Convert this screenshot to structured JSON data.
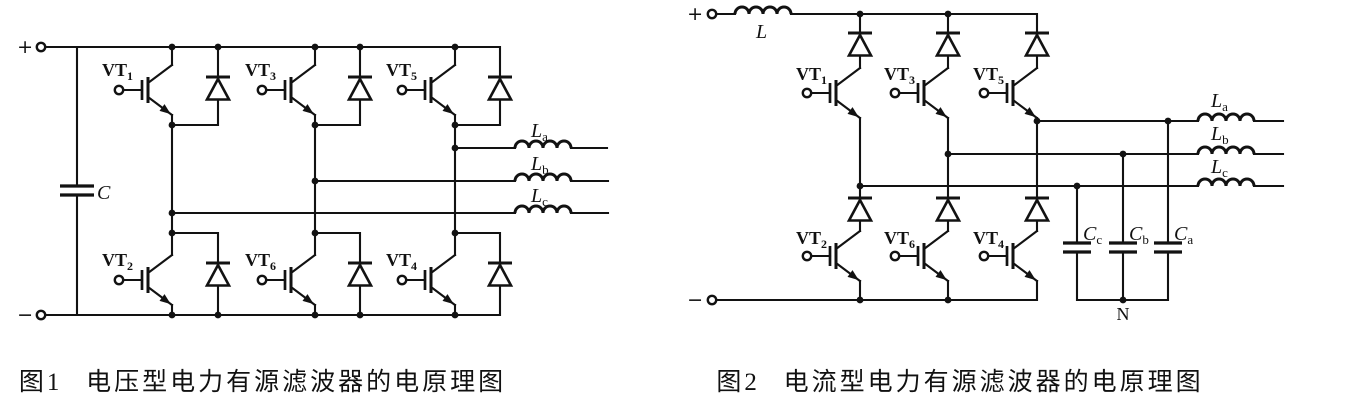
{
  "page": {
    "background": "#ffffff",
    "ink": "#111111"
  },
  "figure1": {
    "caption_label": "图1",
    "caption_text": "电压型电力有源滤波器的电原理图",
    "terminal_plus": "+",
    "terminal_minus": "−",
    "dc_capacitor": {
      "base": "C",
      "sub": ""
    },
    "switches_top": [
      {
        "base": "VT",
        "sub": "1"
      },
      {
        "base": "VT",
        "sub": "3"
      },
      {
        "base": "VT",
        "sub": "5"
      }
    ],
    "switches_bottom": [
      {
        "base": "VT",
        "sub": "2"
      },
      {
        "base": "VT",
        "sub": "6"
      },
      {
        "base": "VT",
        "sub": "4"
      }
    ],
    "phase_inductors": [
      {
        "base": "L",
        "sub": "a"
      },
      {
        "base": "L",
        "sub": "b"
      },
      {
        "base": "L",
        "sub": "c"
      }
    ]
  },
  "figure2": {
    "caption_label": "图2",
    "caption_text": "电流型电力有源滤波器的电原理图",
    "terminal_plus": "+",
    "terminal_minus": "−",
    "dc_inductor": {
      "base": "L",
      "sub": ""
    },
    "switches_top": [
      {
        "base": "VT",
        "sub": "1"
      },
      {
        "base": "VT",
        "sub": "3"
      },
      {
        "base": "VT",
        "sub": "5"
      }
    ],
    "switches_bottom": [
      {
        "base": "VT",
        "sub": "2"
      },
      {
        "base": "VT",
        "sub": "6"
      },
      {
        "base": "VT",
        "sub": "4"
      }
    ],
    "phase_inductors": [
      {
        "base": "L",
        "sub": "a"
      },
      {
        "base": "L",
        "sub": "b"
      },
      {
        "base": "L",
        "sub": "c"
      }
    ],
    "phase_capacitors": [
      {
        "base": "C",
        "sub": "c"
      },
      {
        "base": "C",
        "sub": "b"
      },
      {
        "base": "C",
        "sub": "a"
      }
    ],
    "neutral_label": "N"
  }
}
